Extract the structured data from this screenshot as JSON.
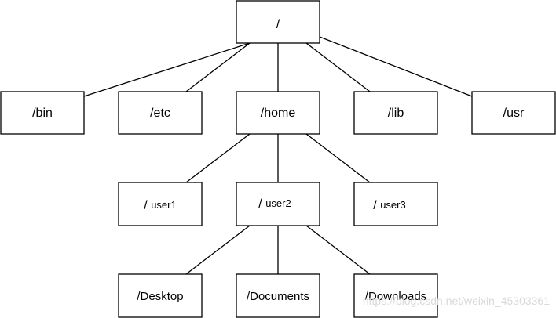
{
  "diagram": {
    "nodes": {
      "root": "/",
      "bin": "/bin",
      "etc": "/etc",
      "home": "/home",
      "lib": "/lib",
      "usr": "/usr",
      "user1": {
        "slash": "/",
        "name": "user1"
      },
      "user2": {
        "slash": "/",
        "name": "user2"
      },
      "user3": {
        "slash": "/",
        "name": "user3"
      },
      "desktop": "/Desktop",
      "documents": "/Documents",
      "downloads": "/Downloads"
    },
    "edges": [
      [
        "root",
        "bin"
      ],
      [
        "root",
        "etc"
      ],
      [
        "root",
        "home"
      ],
      [
        "root",
        "lib"
      ],
      [
        "root",
        "usr"
      ],
      [
        "home",
        "user1"
      ],
      [
        "home",
        "user2"
      ],
      [
        "home",
        "user3"
      ],
      [
        "user2",
        "desktop"
      ],
      [
        "user2",
        "documents"
      ],
      [
        "user2",
        "downloads"
      ]
    ]
  },
  "watermark": "https://blog.csdn.net/weixin_45303361",
  "colors": {
    "stroke": "#000000",
    "background": "#ffffff",
    "watermark": "#d9d9d9"
  }
}
